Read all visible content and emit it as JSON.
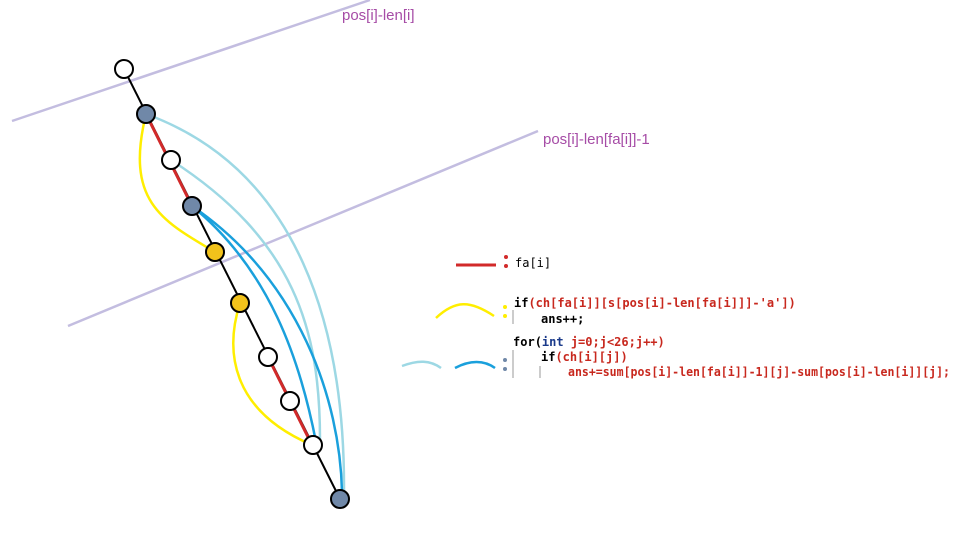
{
  "labels": {
    "upper_line": "pos[i]-len[i]",
    "lower_line": "pos[i]-len[fa[i]]-1"
  },
  "legend": {
    "fa_label": "fa[i]",
    "if_line1": {
      "kw": "if",
      "rest": "(ch[fa[i]][s[pos[i]-len[fa[i]]]-'a'])"
    },
    "if_line2": "ans++;",
    "for_line1": {
      "kw": "for",
      "open": "(",
      "int_kw": "int",
      "rest": " j=0;j<26;j++)"
    },
    "for_line2": {
      "kw": "if",
      "rest": "(ch[i][j])"
    },
    "for_line3": "ans+=sum[pos[i]-len[fa[i]]-1][j]-sum[pos[i]-len[i]][j];"
  },
  "colors": {
    "purple_line": "#c3bde0",
    "purple_text": "#a64ca6",
    "black": "#000000",
    "red": "#d22a2a",
    "yellow": "#ffee00",
    "light_blue": "#9dd8e4",
    "blue": "#1aa0dc",
    "node_blue": "#7088a8",
    "node_gold": "#f2c21b",
    "code_red": "#c8281e"
  }
}
